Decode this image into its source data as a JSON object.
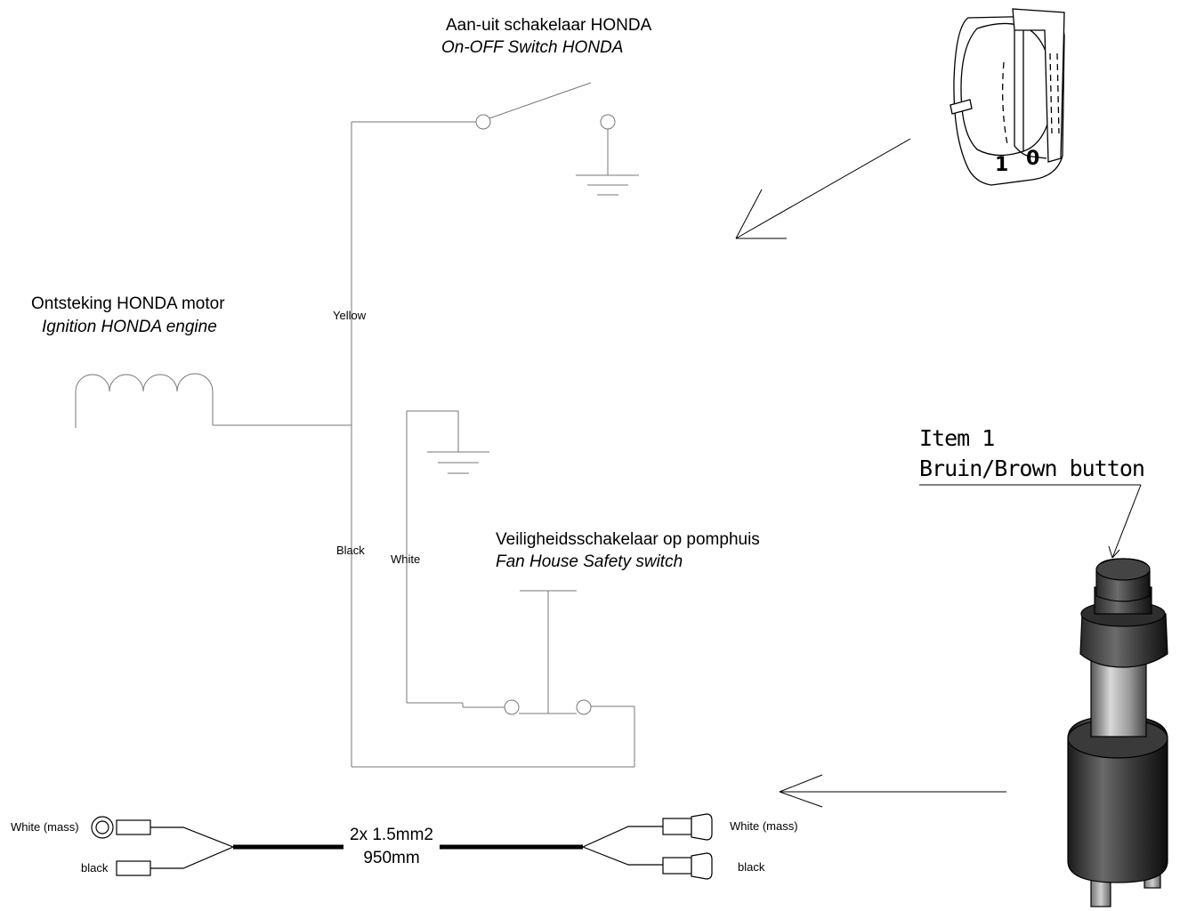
{
  "switch_honda": {
    "title_nl": "Aan-uit schakelaar HONDA",
    "title_en": "On-OFF Switch HONDA"
  },
  "ignition": {
    "title_nl": "Ontsteking HONDA motor",
    "title_en": "Ignition HONDA engine"
  },
  "safety_switch": {
    "title_nl": "Veiligheidsschakelaar op pomphuis",
    "title_en": "Fan House Safety switch"
  },
  "wires": {
    "yellow": "Yellow",
    "black": "Black",
    "white": "White"
  },
  "item": {
    "number": "Item 1",
    "name": "Bruin/Brown button"
  },
  "cable": {
    "spec": "2x 1.5mm2",
    "length": "950mm",
    "left_top": "White (mass)",
    "left_bottom": "black",
    "right_top": "White (mass)",
    "right_bottom": "black"
  },
  "switch_marks": {
    "on": "1",
    "off": "0"
  }
}
